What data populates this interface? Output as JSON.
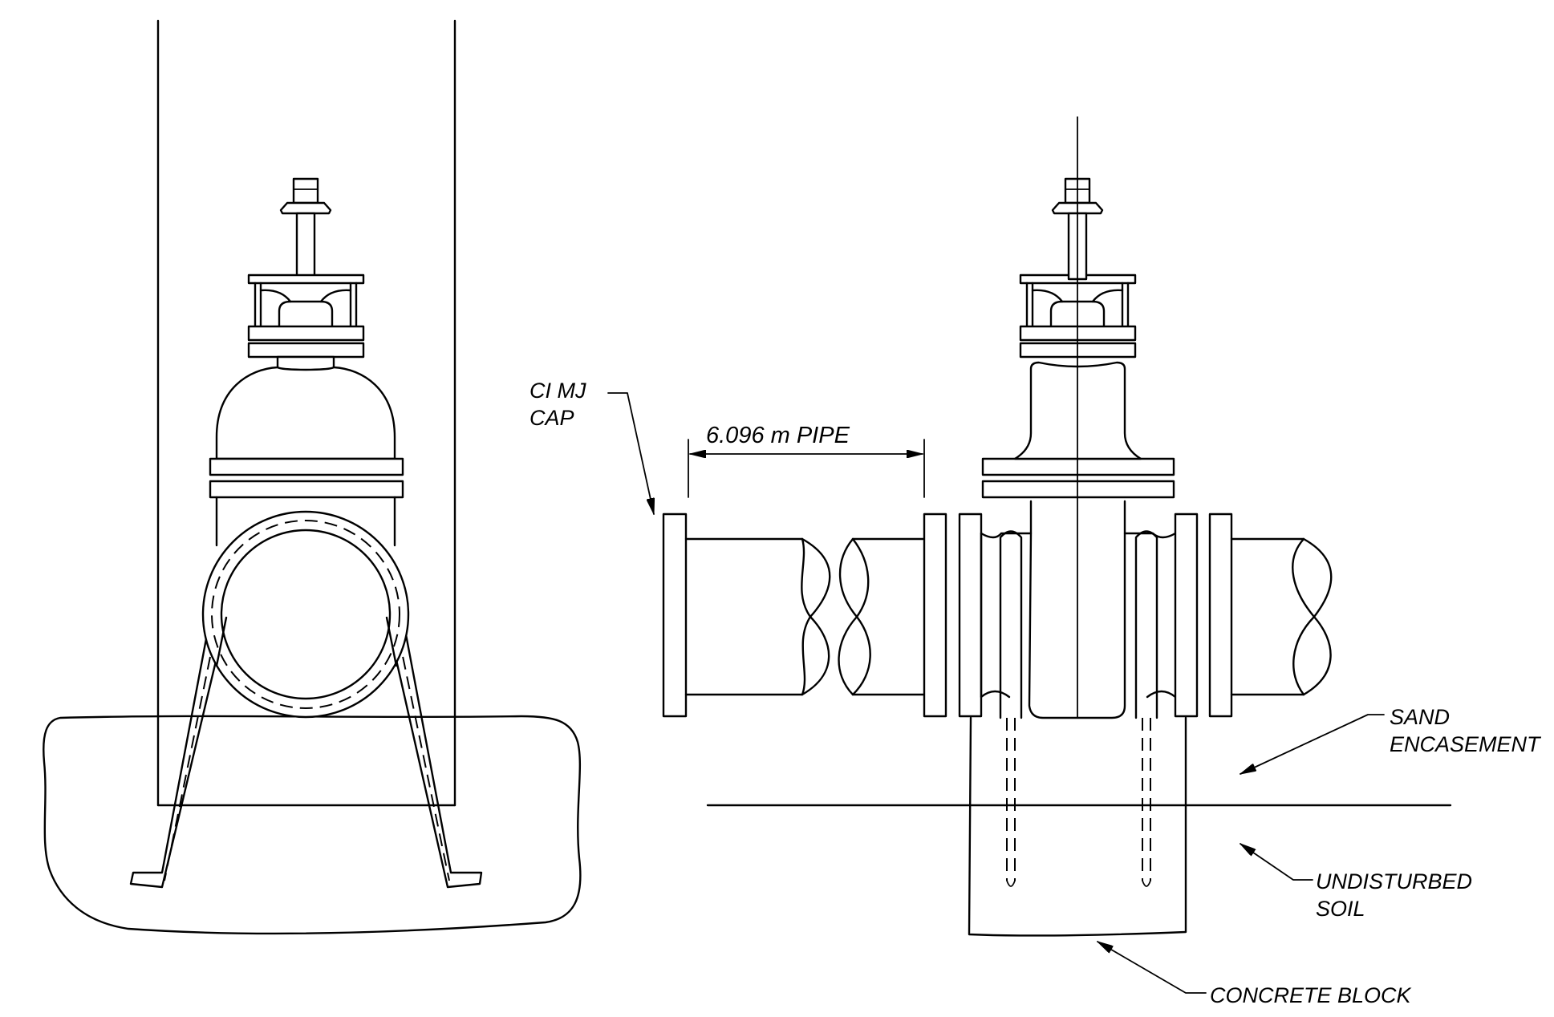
{
  "labels": {
    "cap_line1": "CI MJ",
    "cap_line2": "CAP",
    "pipe_length": "6.096 m PIPE",
    "sand_line1": "SAND",
    "sand_line2": "ENCASEMENT",
    "soil_line1": "UNDISTURBED",
    "soil_line2": "SOIL",
    "concrete": "CONCRETE BLOCK"
  },
  "colors": {
    "line": "#000000",
    "background": "#ffffff"
  }
}
